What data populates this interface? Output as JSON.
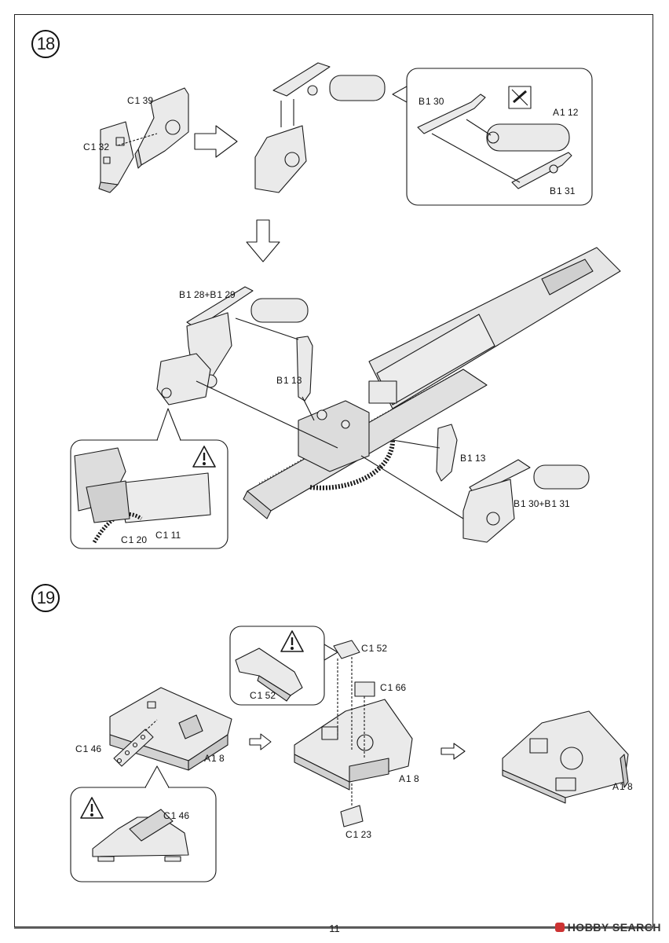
{
  "page": {
    "number": "11"
  },
  "watermark": {
    "text": "HOBBY SEARCH"
  },
  "step18": {
    "number": "18",
    "labels": {
      "c139": "C 1 39",
      "c132": "C 1 32",
      "b130": "B 1 30",
      "a112": "A 1 12",
      "b131": "B 1 31",
      "b128b129": "B 1 28+B 1 29",
      "b113a": "B 1 13",
      "b113b": "B 1 13",
      "b130b131": "B 1 30+B 1 31",
      "c120": "C 1 20",
      "c111": "C 1 11"
    }
  },
  "step19": {
    "number": "19",
    "labels": {
      "c146a": "C 1 46",
      "a18a": "A 1 8",
      "c152a": "C 1 52",
      "c152b": "C 1 52",
      "c166": "C 1 66",
      "a18b": "A 1 8",
      "c123": "C 1 23",
      "a18c": "A 1 8",
      "c146b": "C 1 46"
    }
  },
  "colors": {
    "line": "#1a1a1a",
    "part": "#e9e9e9",
    "shade": "#cfcfcf",
    "dark": "#9a9a9a"
  }
}
